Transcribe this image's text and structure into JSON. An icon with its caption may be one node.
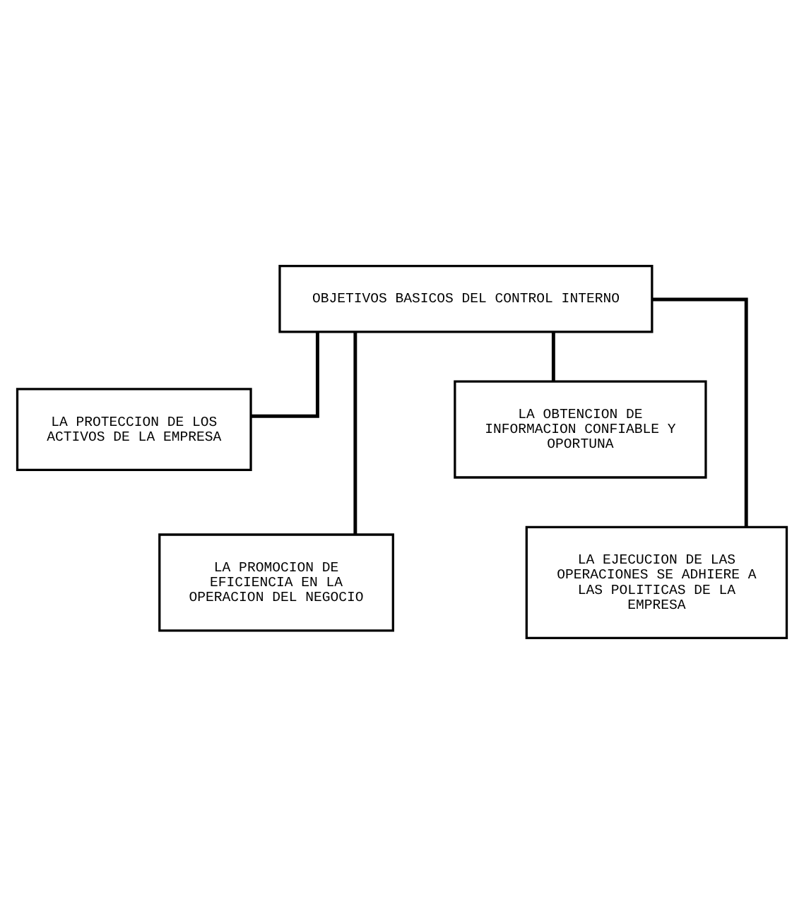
{
  "diagram": {
    "nodes": [
      {
        "text": [
          "OBJETIVOS BASICOS DEL CONTROL INTERNO"
        ]
      },
      {
        "text": [
          "LA PROTECCION DE LOS ACTIVOS DE LA EMPRESA"
        ]
      },
      {
        "text": [
          "LA OBTENCION DE INFORMACION CONFIABLE Y OPORTUNA"
        ]
      },
      {
        "text": [
          "LA PROMOCION DE EFICIENCIA EN LA OPERACION DEL NEGOCIO"
        ]
      },
      {
        "text": [
          "LA EJECUCION DE LAS OPERACIONES SE ADHIERE A LAS POLITICAS DE LA EMPRESA"
        ]
      }
    ],
    "edges": [
      {
        "from": 0,
        "to": 1,
        "arrow": "none"
      },
      {
        "from": 0,
        "to": 2,
        "arrow": "none"
      },
      {
        "from": 0,
        "to": 3,
        "arrow": "none"
      },
      {
        "from": 0,
        "to": 4,
        "arrow": "none"
      }
    ]
  }
}
